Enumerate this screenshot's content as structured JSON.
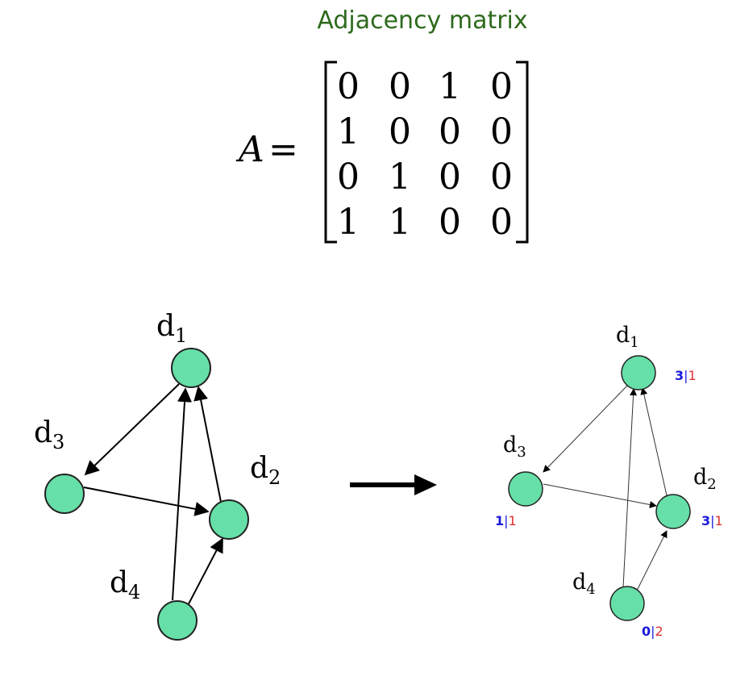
{
  "title": "Adjacency matrix",
  "matrix": {
    "symbol": "A",
    "equals": "=",
    "rows": [
      [
        "0",
        "0",
        "1",
        "0"
      ],
      [
        "1",
        "0",
        "0",
        "0"
      ],
      [
        "0",
        "1",
        "0",
        "0"
      ],
      [
        "1",
        "1",
        "0",
        "0"
      ]
    ]
  },
  "graph": {
    "nodes": [
      {
        "id": "d1",
        "base": "d",
        "sub": "1"
      },
      {
        "id": "d2",
        "base": "d",
        "sub": "2"
      },
      {
        "id": "d3",
        "base": "d",
        "sub": "3"
      },
      {
        "id": "d4",
        "base": "d",
        "sub": "4"
      }
    ],
    "edges": [
      {
        "from": "d1",
        "to": "d3"
      },
      {
        "from": "d3",
        "to": "d2"
      },
      {
        "from": "d2",
        "to": "d1"
      },
      {
        "from": "d4",
        "to": "d1"
      },
      {
        "from": "d4",
        "to": "d2"
      }
    ]
  },
  "degrees": {
    "d1": {
      "in": "3",
      "sep": "|",
      "out": "1"
    },
    "d2": {
      "in": "3",
      "sep": "|",
      "out": "1"
    },
    "d3": {
      "in": "1",
      "sep": "|",
      "out": "1"
    },
    "d4": {
      "in": "0",
      "sep": "|",
      "out": "2"
    }
  },
  "colors": {
    "node_fill": "#66e0a8",
    "title": "#2e6a1d",
    "in_degree": "#1a1adc",
    "out_degree": "#e03030",
    "edge": "#000000"
  }
}
